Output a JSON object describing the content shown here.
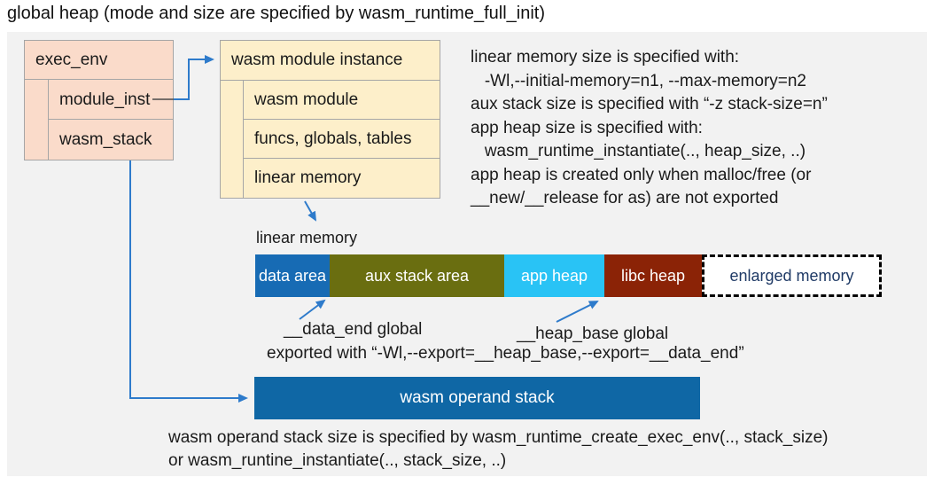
{
  "title": "global heap (mode and size are specified by wasm_runtime_full_init)",
  "exec_env": {
    "header": "exec_env",
    "fields": [
      {
        "label": "module_inst"
      },
      {
        "label": "wasm_stack"
      }
    ]
  },
  "module_instance": {
    "header": "wasm module instance",
    "rows": [
      {
        "label": "wasm module"
      },
      {
        "label": "funcs, globals, tables"
      },
      {
        "label": "linear memory"
      }
    ]
  },
  "notes_right": {
    "lines": [
      {
        "text": "linear memory size is specified with:"
      },
      {
        "text": "   -Wl,--initial-memory=n1, --max-memory=n2"
      },
      {
        "text": "aux stack size is specified with “-z stack-size=n”"
      },
      {
        "text": "app heap size is specified with:"
      },
      {
        "text": "   wasm_runtime_instantiate(.., heap_size, ..)"
      },
      {
        "text": "app heap is created only when malloc/free (or"
      },
      {
        "text": "__new/__release for as) are not exported"
      }
    ]
  },
  "linear_memory": {
    "label": "linear memory",
    "segments": [
      {
        "label": "data area",
        "color": "#176bb4",
        "text_color": "#ffffff"
      },
      {
        "label": "aux stack area",
        "color": "#6a6e10",
        "text_color": "#ffffff"
      },
      {
        "label": "app heap",
        "color": "#29c3f5",
        "text_color": "#ffffff"
      },
      {
        "label": "libc heap",
        "color": "#8b2306",
        "text_color": "#ffffff"
      },
      {
        "label": "enlarged memory",
        "color": "#ffffff",
        "text_color": "#1f3a66",
        "border": "dashed black"
      }
    ]
  },
  "annotations": {
    "data_end": "__data_end global",
    "heap_base": "__heap_base global",
    "exported": "exported with “-Wl,--export=__heap_base,--export=__data_end”"
  },
  "operand_stack": {
    "label": "wasm operand stack",
    "color": "#0f67a5"
  },
  "bottom_note": {
    "lines": [
      {
        "text": "wasm operand stack size is specified by wasm_runtime_create_exec_env(.., stack_size)"
      },
      {
        "text": "or wasm_runtine_instantiate(.., stack_size, ..)"
      }
    ]
  },
  "colors": {
    "panel_background": "#f2f2f2",
    "struct_box_salmon": "#fadbca",
    "struct_box_yellow": "#fdefca",
    "box_border": "#a6a6a6",
    "arrow_blue": "#2e7bcb",
    "text": "#1a1a1a"
  }
}
